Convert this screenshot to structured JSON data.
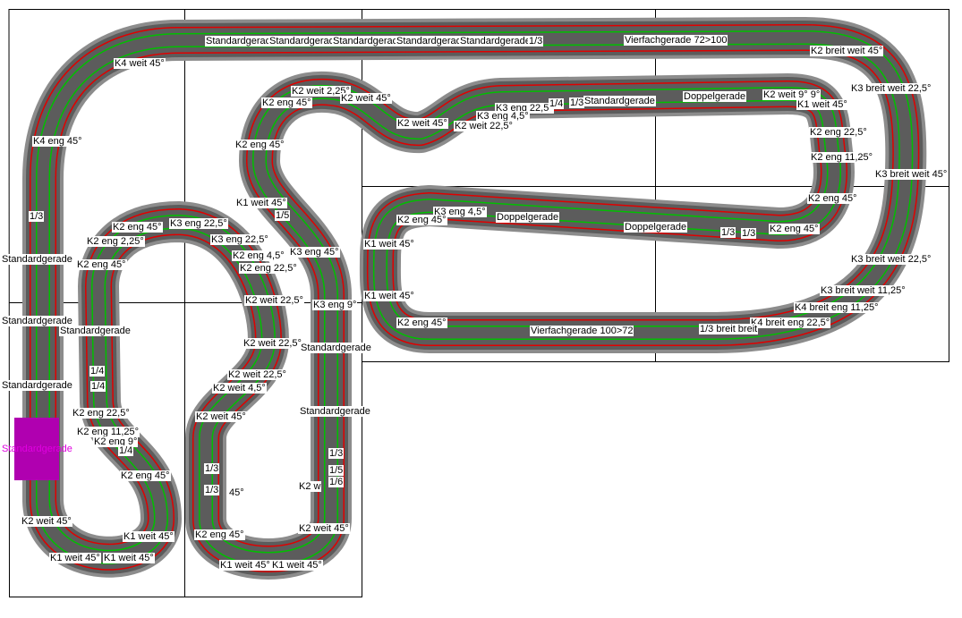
{
  "colors": {
    "track": "#5c5c5c",
    "track_border": "#8c8c8c",
    "lane_red": "#e00000",
    "lane_green": "#00c000",
    "highlight": "#b000b0",
    "highlight_text": "#e000e0"
  },
  "labels": [
    "Standardgerad",
    "Standardgerad",
    "Standardgerad",
    "Standardgerad",
    "Standardgerade",
    "1/3",
    "Vierfachgerade 72>100",
    "K2 breit weit 45°",
    "K4 weit 45°",
    "K3 breit weit 22,5°",
    "K2 weit 2,25°",
    "K2 weit 45°",
    "K2 eng 45°",
    "K3 eng 22,5°",
    "1/4",
    "1/3",
    "Standardgerade",
    "Doppelgerade",
    "K2 weit 9° 9°",
    "K1 weit 45°",
    "K3 eng 4,5°",
    "K2 weit 45°",
    "K2 weit 22,5°",
    "K2 eng 22,5°",
    "K4 eng 45°",
    "K2 eng 45°",
    "K2 eng 11,25°",
    "K3 breit weit 45°",
    "K2 eng 45°",
    "K1 weit 45°",
    "1/3",
    "1/5",
    "K3 eng 4,5°",
    "Doppelgerade",
    "K2 eng 45°",
    "K3 eng 22,5°",
    "K2 eng 45°",
    "Doppelgerade",
    "1/3",
    "1/3",
    "K2 eng 45°",
    "K2 eng 2,25°",
    "K3 eng 22,5°",
    "K1 weit 45°",
    "K3 eng 45°",
    "K2 eng 4,5°",
    "Standardgerade",
    "K3 breit weit 22,5°",
    "K2 eng 45°",
    "K2 eng 22,5°",
    "K3 breit weit 11,25°",
    "K1 weit 45°",
    "K2 weit 22,5°",
    "K3 eng 9°",
    "K4 breit eng 11,25°",
    "Standardgerade",
    "K2 eng 45°",
    "K4 breit eng 22,5°",
    "Standardgerade",
    "Vierfachgerade 100>72",
    "1/3 breit breit",
    "K2 weit 22,5°",
    "Standardgerade",
    "1/4",
    "K2 weit 22,5°",
    "1/4",
    "Standardgerade",
    "K2 weit 4,5°",
    "Standardgerade",
    "K2 eng 22,5°",
    "K2 weit 45°",
    "K2 eng 11,25°",
    "K2 eng 9°",
    "Standardgerade",
    "1/4",
    "1/3",
    "1/3",
    "1/5",
    "K2 eng 45°",
    "1/6",
    "K2 w",
    "1/3",
    "45°",
    "K2 weit 45°",
    "K2 weit 45°",
    "K2 eng 45°",
    "K1 weit 45°",
    "K1 weit 45°",
    "K1 weit 45°",
    "K1 weit 45°",
    "K1 weit 45°"
  ]
}
